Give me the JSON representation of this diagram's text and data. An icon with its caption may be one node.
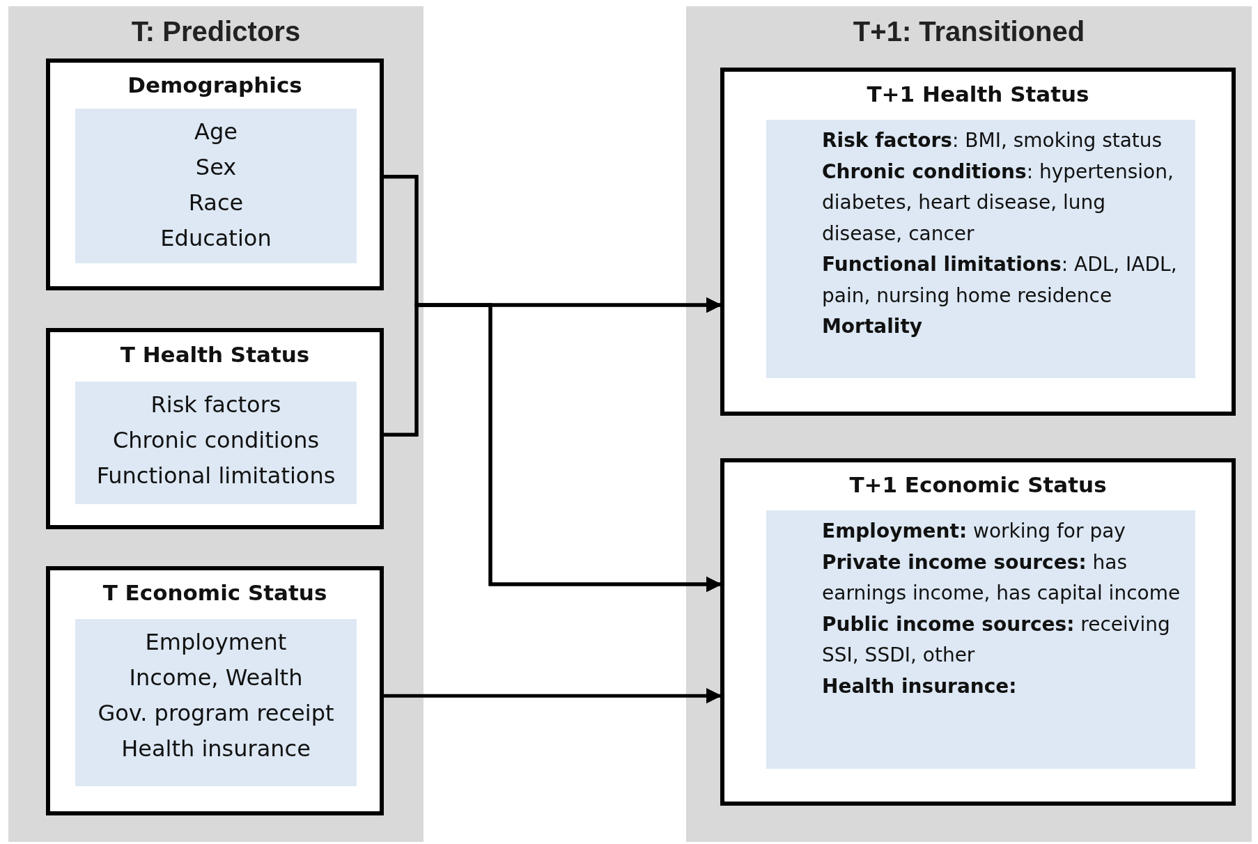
{
  "diagram": {
    "nodes": [
      {
        "text": [
          "T: Predictors"
        ]
      },
      {
        "text": [
          "Demographics",
          "Age",
          "Sex",
          "Race",
          "Education"
        ],
        "in": 0
      },
      {
        "text": [
          "T Health Status",
          "Risk factors",
          "Chronic conditions",
          "Functional limitations"
        ],
        "in": 0
      },
      {
        "text": [
          "T Economic Status",
          "Employment",
          "Income, Wealth",
          "Gov. program receipt",
          "Health insurance"
        ],
        "in": 0
      },
      {
        "text": [
          "T+1: Transitioned"
        ]
      },
      {
        "text": [
          "T+1 Health Status",
          "**Risk factors**: BMI, smoking status",
          "**Chronic conditions**: hypertension, diabetes, heart disease, lung disease, cancer",
          "**Functional limitations**: ADL, IADL, pain, nursing home residence",
          "**Mortality**"
        ],
        "in": 4
      },
      {
        "text": [
          "T+1 Economic Status",
          "**Employment:** working for pay",
          "**Private income sources:** has earnings income, has capital income",
          "**Public income sources:** receiving SSI, SSDI, other",
          "**Health insurance:**"
        ],
        "in": 4
      }
    ],
    "edges": [
      {
        "from": 1,
        "to": 5,
        "arrow": "to"
      },
      {
        "from": 2,
        "to": 5,
        "arrow": "to"
      },
      {
        "from": 1,
        "to": 6,
        "arrow": "to"
      },
      {
        "from": 2,
        "to": 6,
        "arrow": "to"
      },
      {
        "from": 3,
        "to": 6,
        "arrow": "to"
      }
    ]
  }
}
